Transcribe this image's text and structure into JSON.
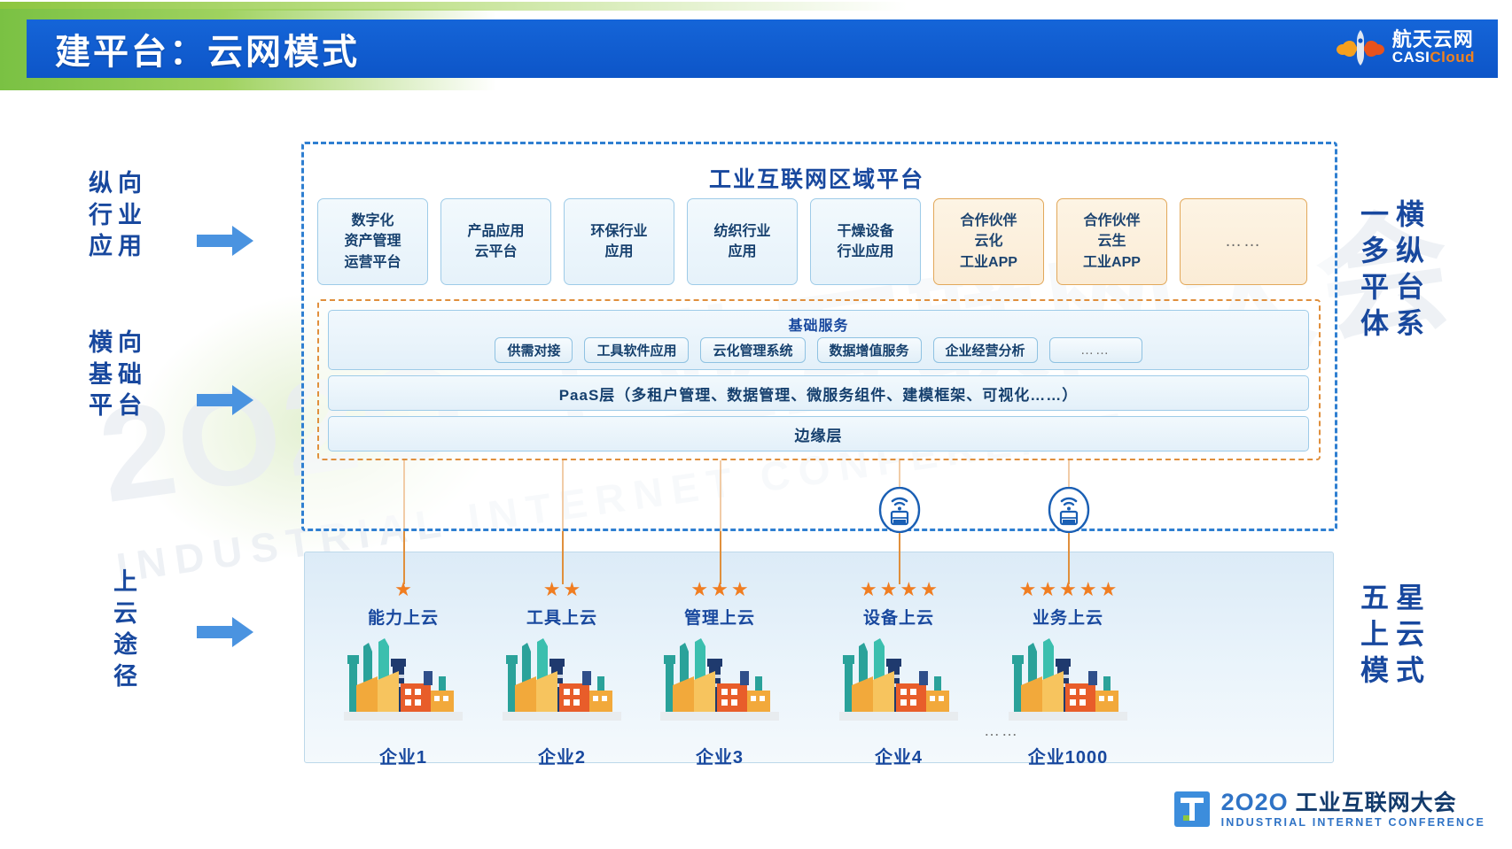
{
  "header": {
    "title": "建平台：云网模式",
    "logo": {
      "cn": "航天云网",
      "en_white": "CASI",
      "en_orange": "Cloud",
      "mark": "cloud-rocket-icon"
    }
  },
  "left_labels": [
    {
      "name": "vertical-industry-application",
      "col1": [
        "纵",
        "行",
        "应"
      ],
      "col2": [
        "向",
        "业",
        "用"
      ]
    },
    {
      "name": "horizontal-foundation-platform",
      "col1": [
        "横",
        "基",
        "平"
      ],
      "col2": [
        "向",
        "础",
        "台"
      ]
    },
    {
      "name": "cloud-adoption-path",
      "col1": [
        "上",
        "云",
        "途"
      ],
      "col2": [
        "径"
      ]
    }
  ],
  "right_labels": [
    {
      "name": "one-horizontal-multi-vertical-platform-system",
      "col1": [
        "一",
        "多",
        "平",
        "体"
      ],
      "col2": [
        "横",
        "纵",
        "台",
        "系"
      ]
    },
    {
      "name": "five-star-cloud-mode",
      "col1": [
        "五",
        "上",
        "模"
      ],
      "col2": [
        "星",
        "云",
        "式"
      ]
    }
  ],
  "platform": {
    "title": "工业互联网区域平台",
    "app_boxes": [
      {
        "label": "数字化\n资产管理\n运营平台",
        "type": "blue"
      },
      {
        "label": "产品应用\n云平台",
        "type": "blue"
      },
      {
        "label": "环保行业\n应用",
        "type": "blue"
      },
      {
        "label": "纺织行业\n应用",
        "type": "blue"
      },
      {
        "label": "干燥设备\n行业应用",
        "type": "blue"
      },
      {
        "label": "合作伙伴\n云化\n工业APP",
        "type": "partner"
      },
      {
        "label": "合作伙伴\n云生\n工业APP",
        "type": "partner"
      },
      {
        "label": "……",
        "type": "partner-dots"
      }
    ],
    "services": {
      "title": "基础服务",
      "chips": [
        "供需对接",
        "工具软件应用",
        "云化管理系统",
        "数据增值服务",
        "企业经营分析",
        "……"
      ]
    },
    "paas_layer": "PaaS层（多租户管理、数据管理、微服务组件、建模框架、可视化……）",
    "edge_layer": "边缘层"
  },
  "enterprises": [
    {
      "stars": 1,
      "mode": "能力上云",
      "name": "企业1",
      "gateway": false
    },
    {
      "stars": 2,
      "mode": "工具上云",
      "name": "企业2",
      "gateway": false
    },
    {
      "stars": 3,
      "mode": "管理上云",
      "name": "企业3",
      "gateway": false
    },
    {
      "stars": 4,
      "mode": "设备上云",
      "name": "企业4",
      "gateway": true
    },
    {
      "stars": 5,
      "mode": "业务上云",
      "name": "企业1000",
      "gateway": true
    }
  ],
  "enterprise_ellipsis": "……",
  "footer": {
    "year": "2O2O",
    "cn": "工业互联网大会",
    "en": "INDUSTRIAL INTERNET CONFERENCE"
  },
  "watermark": {
    "line1": "2O2O 工业互联网大会",
    "line2": "INDUSTRIAL INTERNET CONFERENCE"
  },
  "colors": {
    "header_blue": "#0d55c8",
    "accent_green": "#8dc63f",
    "label_blue": "#18489e",
    "orange": "#e08f3c",
    "star_orange": "#f07d21",
    "dash_blue": "#2f7fd1"
  }
}
